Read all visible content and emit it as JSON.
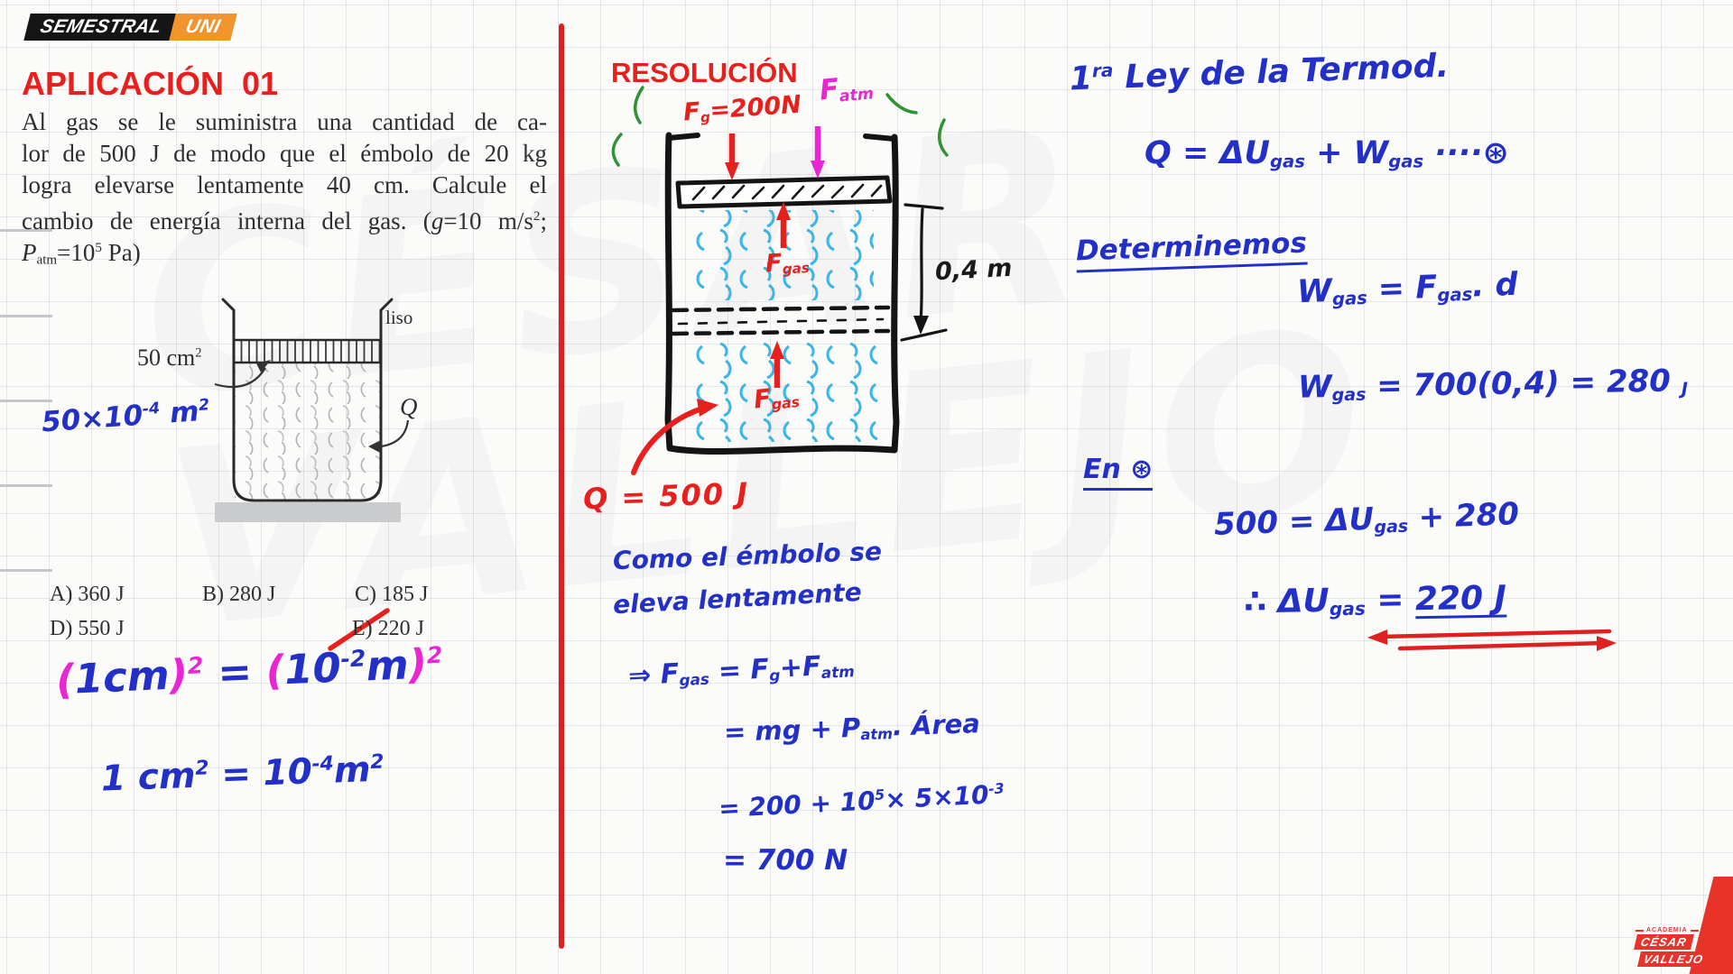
{
  "colors": {
    "red": "#e8201d",
    "blue": "#2230c8",
    "magenta": "#ea25d4",
    "cyan": "#3ab5e8",
    "green": "#2f9235",
    "orange": "#f0942e",
    "divider_red": "#e02020"
  },
  "badge": {
    "left": "SEMESTRAL",
    "right": "UNI"
  },
  "watermark": "CÉSAR VALLEJO",
  "problem": {
    "title": "APLICACIÓN  01",
    "lines": [
      "Al gas se le suministra una cantidad de ca-",
      "lor de 500 J de modo que el émbolo de 20 kg",
      "logra elevarse lentamente 40 cm. Calcule el",
      [
        {
          "t": "cambio de energía interna del gas. ("
        },
        {
          "t": "g",
          "i": true
        },
        {
          "t": "=10 m/s"
        },
        {
          "t": "2",
          "sup": true
        },
        {
          "t": ";"
        }
      ],
      [
        {
          "t": "P",
          "i": true
        },
        {
          "t": "atm",
          "sub": true
        },
        {
          "t": "=10"
        },
        {
          "t": "5",
          "sup": true
        },
        {
          "t": " Pa)"
        }
      ]
    ],
    "figure": {
      "area_label": [
        {
          "t": "50 cm"
        },
        {
          "t": "2",
          "sup": true
        }
      ],
      "smooth_label": "liso",
      "heat_label": "Q",
      "area_annotation": [
        {
          "t": "50×10"
        },
        {
          "t": "-4",
          "sup": true
        },
        {
          "t": " m"
        },
        {
          "t": "2",
          "sup": true
        }
      ]
    },
    "options": [
      {
        "label": "A)",
        "value": "360 J",
        "struck": false
      },
      {
        "label": "B)",
        "value": "280 J",
        "struck": false
      },
      {
        "label": "C)",
        "value": "185 J",
        "struck": false
      },
      {
        "label": "D)",
        "value": "550 J",
        "struck": false
      },
      {
        "label": "E)",
        "value": "220 J",
        "struck": true
      }
    ],
    "conversion1": [
      {
        "t": "(",
        "c": "mag"
      },
      {
        "t": "1cm",
        "c": "blue"
      },
      {
        "t": ")",
        "c": "mag"
      },
      {
        "t": "2",
        "sup": true,
        "c": "mag"
      },
      {
        "t": " = ",
        "c": "blue"
      },
      {
        "t": "(",
        "c": "mag"
      },
      {
        "t": "10",
        "c": "blue"
      },
      {
        "t": "-2",
        "sup": true,
        "c": "blue"
      },
      {
        "t": "m",
        "c": "blue"
      },
      {
        "t": ")",
        "c": "mag"
      },
      {
        "t": "2",
        "sup": true,
        "c": "mag"
      }
    ],
    "conversion2": [
      {
        "t": "1 cm"
      },
      {
        "t": "2",
        "sup": true
      },
      {
        "t": " = 10"
      },
      {
        "t": "-4",
        "sup": true
      },
      {
        "t": "m"
      },
      {
        "t": "2",
        "sup": true
      }
    ]
  },
  "resolution": {
    "title": "RESOLUCIÓN",
    "diagram": {
      "weight_label": [
        {
          "t": "F"
        },
        {
          "t": "g",
          "sub": true
        },
        {
          "t": "=200N"
        }
      ],
      "atm_label": [
        {
          "t": "F"
        },
        {
          "t": "atm",
          "sub": true
        }
      ],
      "gas_label_top": [
        {
          "t": "F"
        },
        {
          "t": "gas",
          "sub": true
        }
      ],
      "gas_label_bottom": [
        {
          "t": "F"
        },
        {
          "t": "gas",
          "sub": true
        }
      ],
      "height_label": "0,4 m",
      "heat_label": "Q = 500 J"
    },
    "note_line1": "Como el émbolo se",
    "note_line2": "eleva lentamente",
    "steps": {
      "s1": [
        {
          "t": "⇒ F"
        },
        {
          "t": "gas",
          "sub": true
        },
        {
          "t": " = F"
        },
        {
          "t": "g",
          "sub": true
        },
        {
          "t": "+F"
        },
        {
          "t": "atm",
          "sub": true
        }
      ],
      "s2": [
        {
          "t": "= mg + P"
        },
        {
          "t": "atm",
          "sub": true
        },
        {
          "t": ". Área"
        }
      ],
      "s3": [
        {
          "t": "= 200 + 10"
        },
        {
          "t": "5",
          "sup": true
        },
        {
          "t": "× 5×10"
        },
        {
          "t": "-3",
          "sup": true
        }
      ],
      "s4": "= 700 N"
    }
  },
  "firstlaw": {
    "title": [
      {
        "t": "1"
      },
      {
        "t": "ra",
        "sup": true
      },
      {
        "t": " Ley de la Termod."
      }
    ],
    "eq_main": [
      {
        "t": "Q = ΔU"
      },
      {
        "t": "gas",
        "sub": true
      },
      {
        "t": " + W"
      },
      {
        "t": "gas",
        "sub": true
      },
      {
        "t": " ····"
      },
      {
        "t": "⊛"
      }
    ],
    "determine_label": "Determinemos",
    "eq_w1": [
      {
        "t": "W"
      },
      {
        "t": "gas",
        "sub": true
      },
      {
        "t": " = F"
      },
      {
        "t": "gas",
        "sub": true
      },
      {
        "t": ". d"
      }
    ],
    "eq_w2": [
      {
        "t": "W"
      },
      {
        "t": "gas",
        "sub": true
      },
      {
        "t": " = 700(0,4) = 280 "
      },
      {
        "t": "J",
        "sub": true
      }
    ],
    "substitute_label": [
      {
        "t": "En "
      },
      {
        "t": "⊛"
      }
    ],
    "eq_substituted": [
      {
        "t": "500 = ΔU"
      },
      {
        "t": "gas",
        "sub": true
      },
      {
        "t": " + 280"
      }
    ],
    "eq_final": [
      {
        "t": "∴ ΔU"
      },
      {
        "t": "gas",
        "sub": true
      },
      {
        "t": " = "
      },
      {
        "t": "220 J",
        "u": true
      }
    ]
  },
  "logo": {
    "academy": "ACADEMIA",
    "name_line1": "CÉSAR",
    "name_line2": "VALLEJO"
  }
}
